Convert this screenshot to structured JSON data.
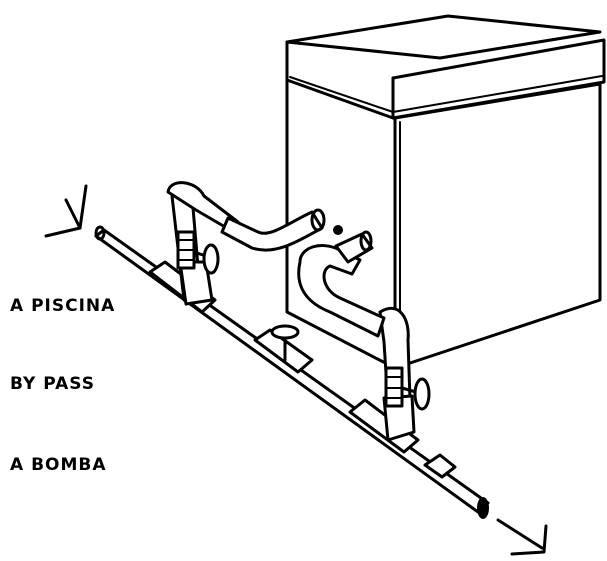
{
  "labels": [
    {
      "id": "to-pool",
      "text": "A PISCINA"
    },
    {
      "id": "bypass",
      "text": "BY PASS"
    },
    {
      "id": "to-pump",
      "text": "A BOMBA"
    }
  ],
  "colors": {
    "ink": "#000000",
    "paper": "#ffffff"
  },
  "icons": [
    "flow-arrow-in-icon",
    "flow-arrow-out-icon",
    "valve-handwheel-icon",
    "gate-valve-icon"
  ]
}
